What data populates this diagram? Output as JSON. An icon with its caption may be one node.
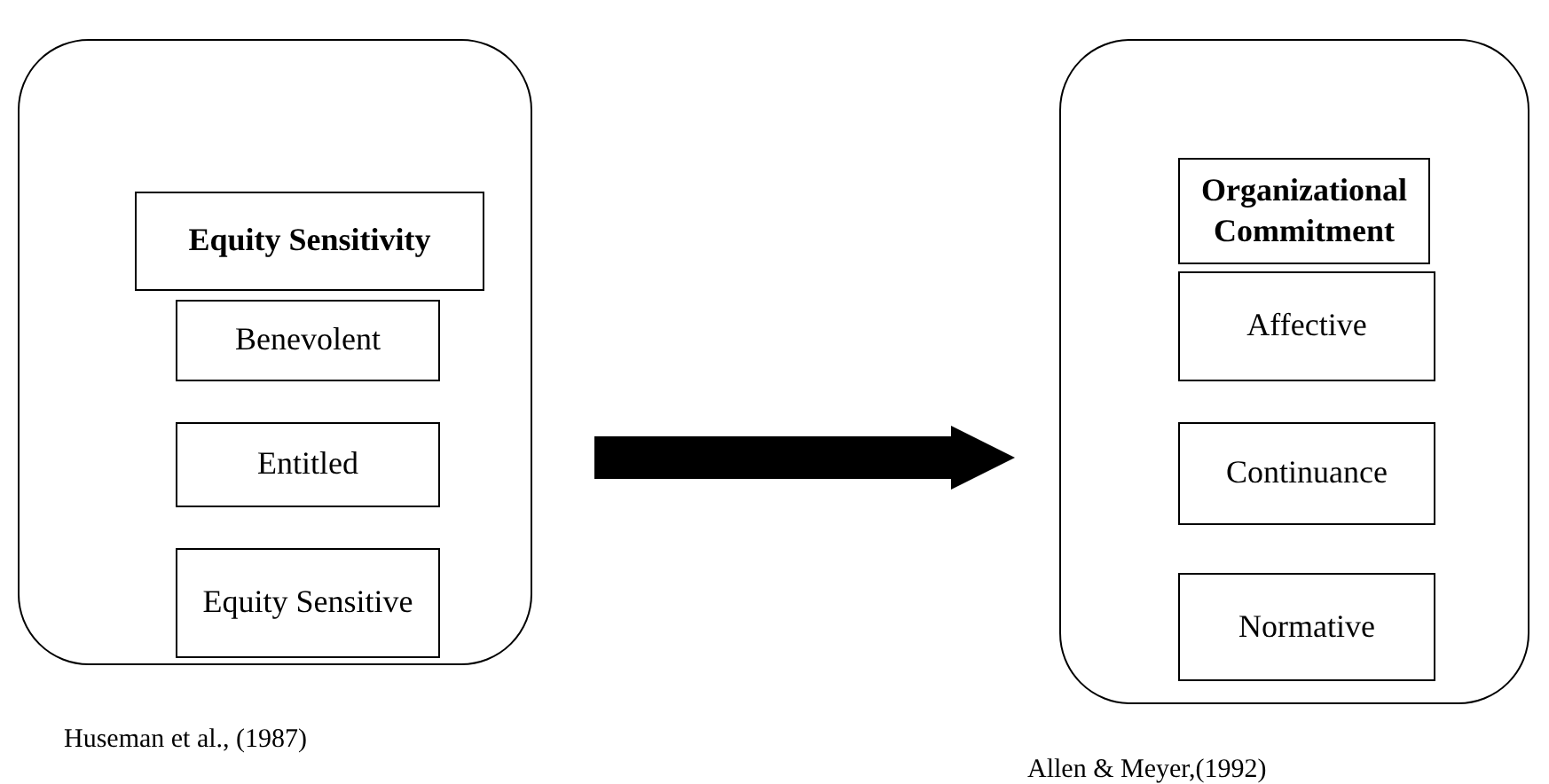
{
  "diagram": {
    "nodes": [
      {
        "text": [],
        "shape": "box",
        "beside": [
          "Huseman et al., (1987)"
        ]
      },
      {
        "text": [
          "Equity Sensitivity"
        ],
        "in": 0
      },
      {
        "text": [
          "Benevolent"
        ],
        "in": 0
      },
      {
        "text": [
          "Entitled"
        ],
        "in": 0
      },
      {
        "text": [
          "Equity Sensitive"
        ],
        "in": 0
      },
      {
        "text": [],
        "shape": "box",
        "beside": [
          "Allen & Meyer,(1992)"
        ]
      },
      {
        "text": [
          "Organizational Commitment"
        ],
        "in": 5
      },
      {
        "text": [
          "Affective"
        ],
        "in": 5
      },
      {
        "text": [
          "Continuance"
        ],
        "in": 5
      },
      {
        "text": [
          "Normative"
        ],
        "in": 5
      }
    ],
    "edges": [
      {
        "from": 0,
        "to": 5,
        "arrow": "to"
      }
    ]
  }
}
